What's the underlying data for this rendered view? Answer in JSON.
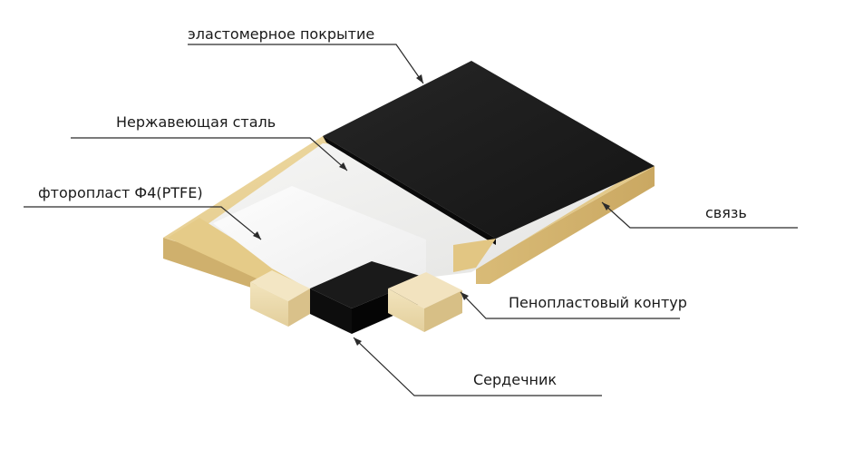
{
  "labels": {
    "elastomer": "эластомерное покрытие",
    "steel": "Нержавеющая сталь",
    "ptfe": "фторопласт Ф4(PTFE)",
    "bond": "связь",
    "foam": "Пенопластовый контур",
    "core": "Сердечник"
  },
  "colors": {
    "foam_top": "#e7cf91",
    "foam_side": "#d6b875",
    "foam_end": "#efe0b6",
    "elastomer_top": "#1d1d1d",
    "elastomer_side": "#0c0c0c",
    "steel": "#f1f1f0",
    "ptfe": "#fafafa",
    "core": "#0d0d0d",
    "line": "#2b2b2b"
  }
}
